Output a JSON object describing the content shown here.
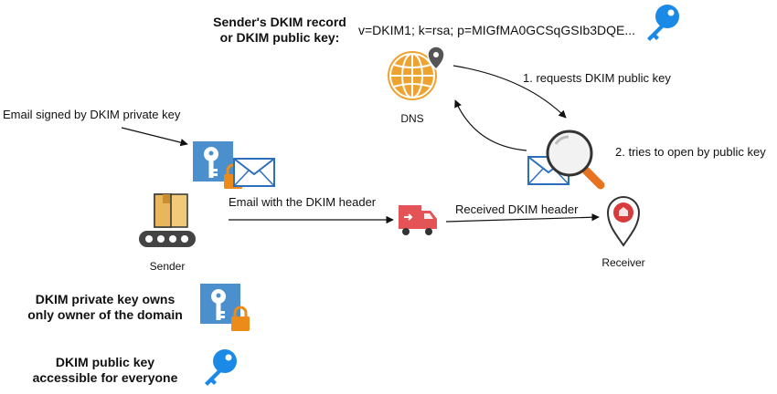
{
  "labels": {
    "dkim_record_title": [
      "Sender's DKIM record",
      "or DKIM public key:"
    ],
    "dkim_record_value": "v=DKIM1; k=rsa; p=MIGfMA0GCSqGSIb3DQE...",
    "dns": "DNS",
    "requests": "1. requests DKIM public key",
    "tries_open": "2. tries to open by public key",
    "email_signed": "Email signed by DKIM private key",
    "email_with_header": "Email with the DKIM header",
    "received_header": "Received DKIM header",
    "sender": "Sender",
    "receiver": "Receiver",
    "private_key_note": [
      "DKIM private key owns",
      "only owner of the domain"
    ],
    "public_key_note": [
      "DKIM public key",
      "accessible for everyone"
    ]
  },
  "colors": {
    "key_blue": "#1b8ae6",
    "tile_blue": "#4b90cc",
    "lock_orange": "#ec8b1a",
    "dns_globe": "#eea330",
    "truck_red": "#e45456",
    "pin_red": "#d73b3b",
    "envelope_stroke": "#2d6fbd",
    "box_tan": "#f2c879"
  },
  "icons": [
    "blue-key-icon",
    "dns-globe-icon",
    "magnifier-icon",
    "envelope-icon",
    "private-key-lock-icon",
    "conveyor-box-icon",
    "truck-icon",
    "location-pin-icon"
  ]
}
